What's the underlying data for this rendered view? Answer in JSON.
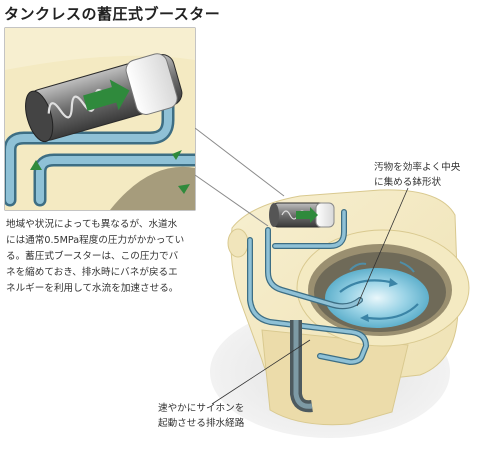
{
  "title": "タンクレスの蓄圧式ブースター",
  "description": [
    "地域や状況によっても異なるが、水道水",
    "には通常0.5MPa程度の圧力がかかってい",
    "る。蓄圧式ブースターは、この圧力でバ",
    "ネを縮めておき、排水時にバネが戻るエ",
    "ネルギーを利用して水流を加速させる。"
  ],
  "callouts": {
    "bowl": [
      "汚物を効率よく中央",
      "に集める鉢形状"
    ],
    "drain": [
      "速やかにサイホンを",
      "起動させる排水経路"
    ]
  },
  "colors": {
    "toilet_body": "#f5ecc8",
    "pipe_blue": "#8fc1d6",
    "pipe_dark": "#3d6e84",
    "water": "#7fc4dc",
    "arrow_green": "#2f8a3c",
    "shadow": "#e6e6e6"
  }
}
